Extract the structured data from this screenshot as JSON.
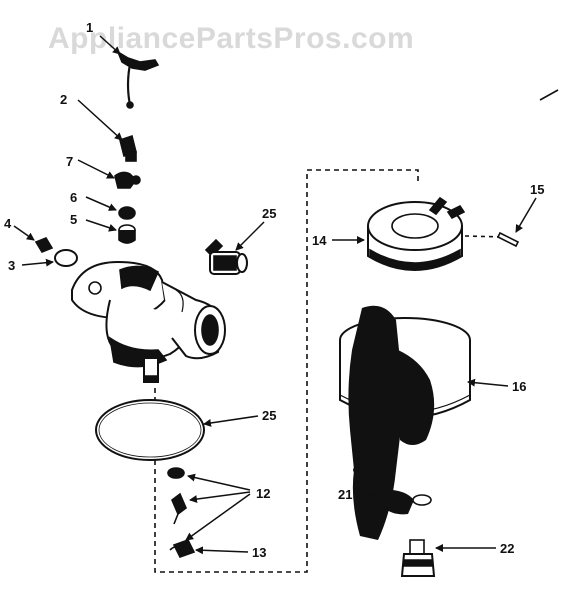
{
  "watermark": "AppliancePartsPros.com",
  "callouts": {
    "c1": "1",
    "c2": "2",
    "c7": "7",
    "c6": "6",
    "c5": "5",
    "c4": "4",
    "c3": "3",
    "c25a": "25",
    "c14": "14",
    "c15": "15",
    "c16": "16",
    "c25b": "25",
    "c12": "12",
    "c13": "13",
    "c21": "21",
    "c22": "22"
  },
  "colors": {
    "ink": "#111111",
    "watermark": "#d9d9d9",
    "background": "#ffffff"
  }
}
